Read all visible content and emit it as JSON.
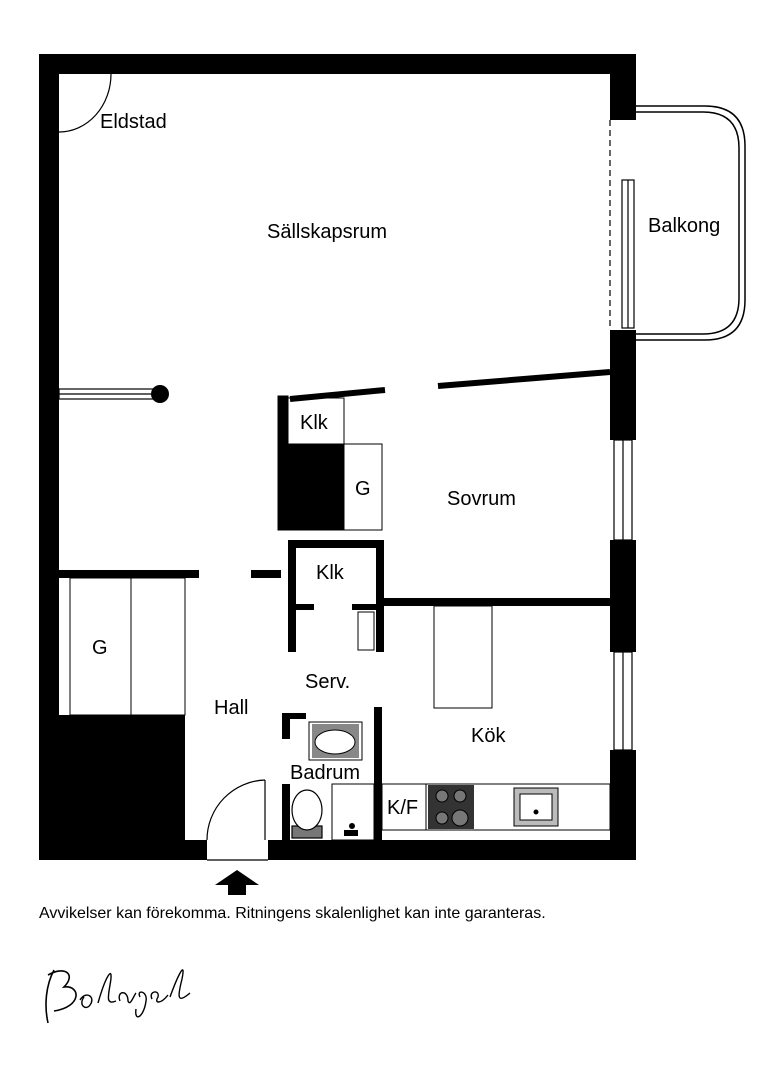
{
  "rooms": {
    "eldstad": "Eldstad",
    "sallskapsrum": "Sällskapsrum",
    "balkong": "Balkong",
    "klk_upper": "Klk",
    "g_right": "G",
    "sovrum": "Sovrum",
    "klk_lower": "Klk",
    "g_left": "G",
    "serv": "Serv.",
    "hall": "Hall",
    "kok": "Kök",
    "badrum": "Badrum",
    "kf": "K/F"
  },
  "disclaimer": "Avvikelser kan förekomma. Ritningens skalenlighet kan inte garanteras.",
  "logo_text": "Bolaget",
  "icons": [
    "entrance-arrow-icon",
    "stove-icon",
    "sink-icon",
    "toilet-icon",
    "washbasin-icon",
    "fireplace-icon"
  ]
}
